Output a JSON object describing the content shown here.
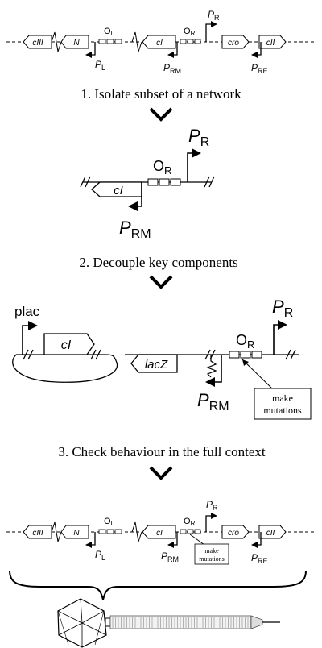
{
  "steps": {
    "step1": "1. Isolate subset of a network",
    "step2": "2. Decouple key components",
    "step3": "3. Check behaviour in the full context"
  },
  "network": {
    "genes": {
      "ciii": "cIII",
      "n": "N",
      "ci": "cI",
      "cro": "cro",
      "cii": "cII"
    },
    "operators": {
      "ol_main": "O",
      "ol_sub": "L",
      "or_main": "O",
      "or_sub": "R"
    },
    "promoters": {
      "p_main": "P",
      "pl_sub": "L",
      "prm_sub": "RM",
      "pr_sub": "R",
      "pre_sub": "RE"
    },
    "annotation": "make mutations"
  },
  "isolated": {
    "gene_ci": "cI",
    "or_main": "O",
    "or_sub": "R",
    "p_main": "P",
    "pr_sub": "R",
    "prm_sub": "RM"
  },
  "decoupled": {
    "plac": "plac",
    "gene_ci": "cI",
    "gene_lacz": "lacZ",
    "or_main": "O",
    "or_sub": "R",
    "p_main": "P",
    "pr_sub": "R",
    "prm_sub": "RM",
    "mutations_line1": "make",
    "mutations_line2": "mutations"
  },
  "context": {
    "mutations_line1": "make",
    "mutations_line2": "mutations"
  }
}
